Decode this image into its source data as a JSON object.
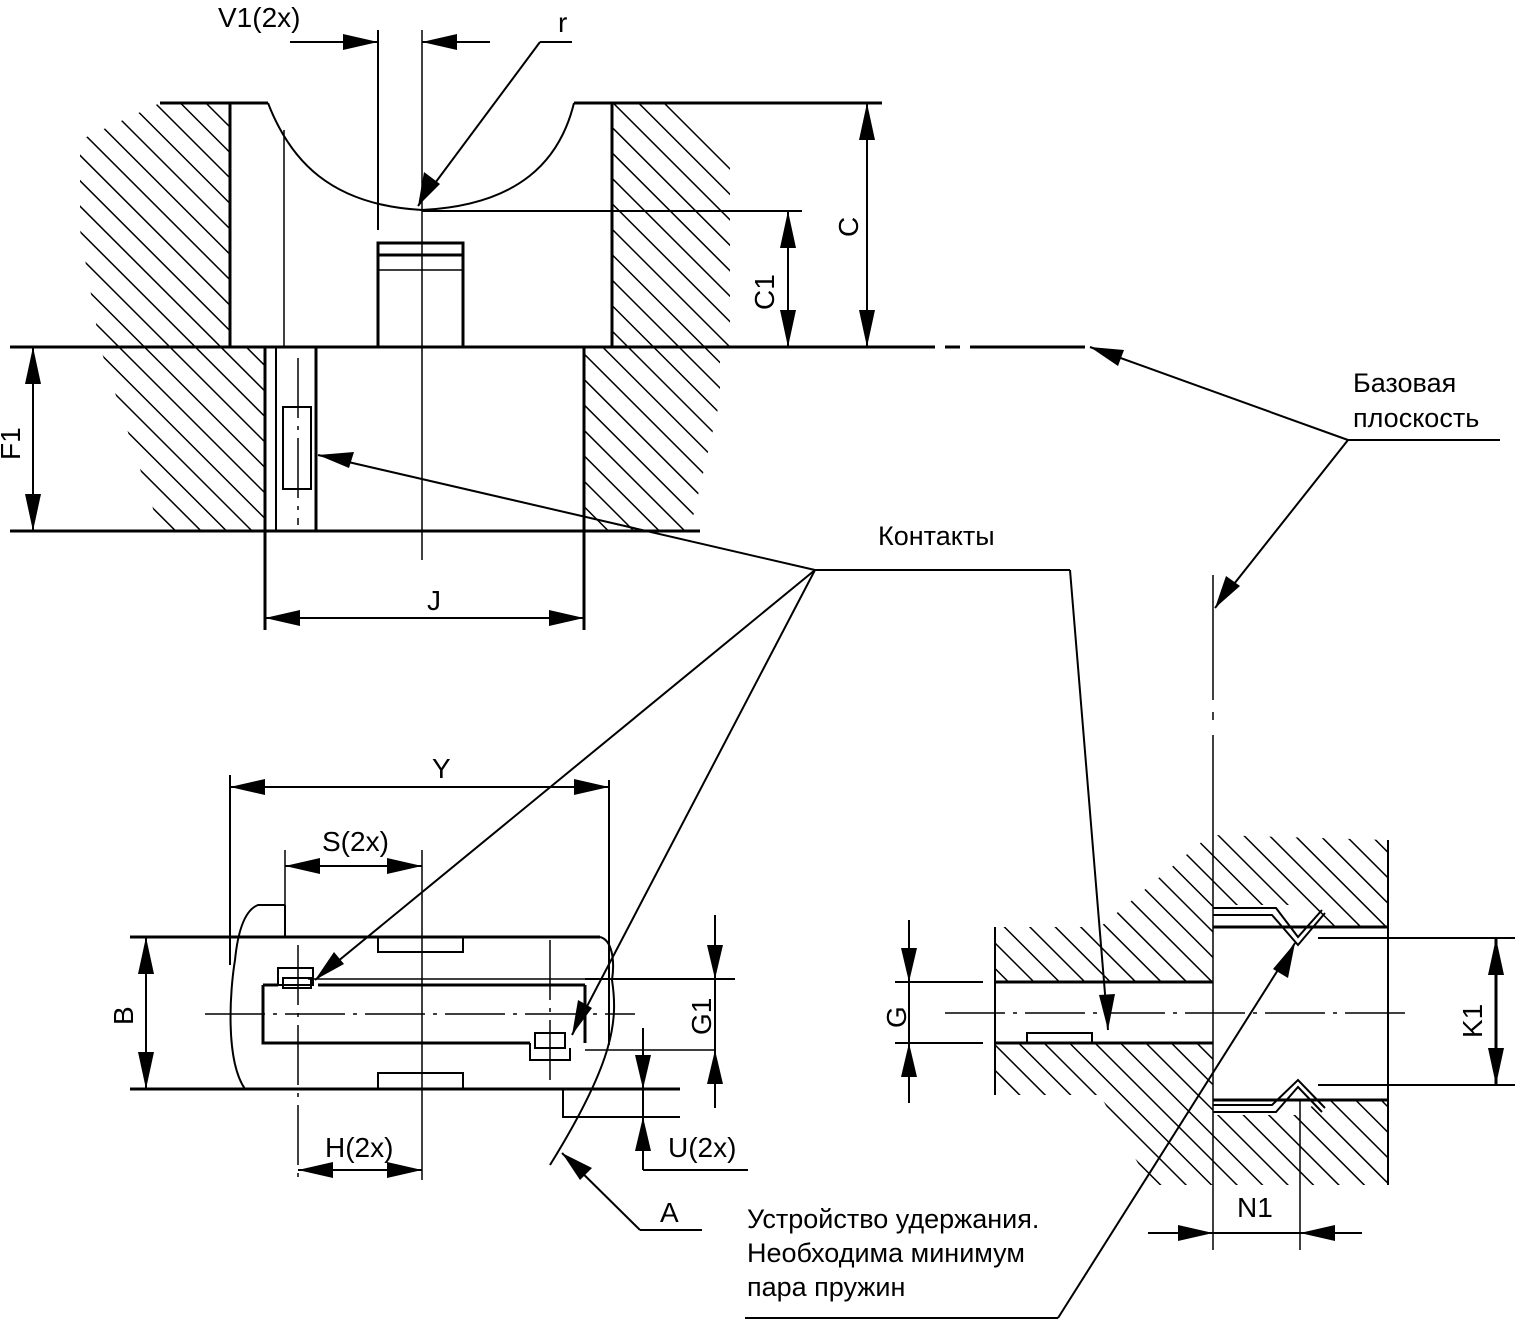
{
  "drawing": {
    "type": "technical-drawing",
    "language": "ru",
    "dimension_labels": {
      "v1": "V1(2x)",
      "r": "r",
      "c": "C",
      "c1": "C1",
      "f1": "F1",
      "j": "J",
      "y": "Y",
      "s": "S(2x)",
      "b": "B",
      "g1": "G1",
      "h": "H(2x)",
      "u": "U(2x)",
      "a": "A",
      "g": "G",
      "k1": "K1",
      "n1": "N1"
    },
    "callouts": {
      "reference_plane_line1": "Базовая",
      "reference_plane_line2": "плоскость",
      "contacts": "Контакты",
      "retention_line1": "Устройство удержания.",
      "retention_line2": "Необходима минимум",
      "retention_line3": "пара пружин"
    },
    "colors": {
      "ink": "#000000",
      "paper": "#ffffff"
    }
  }
}
